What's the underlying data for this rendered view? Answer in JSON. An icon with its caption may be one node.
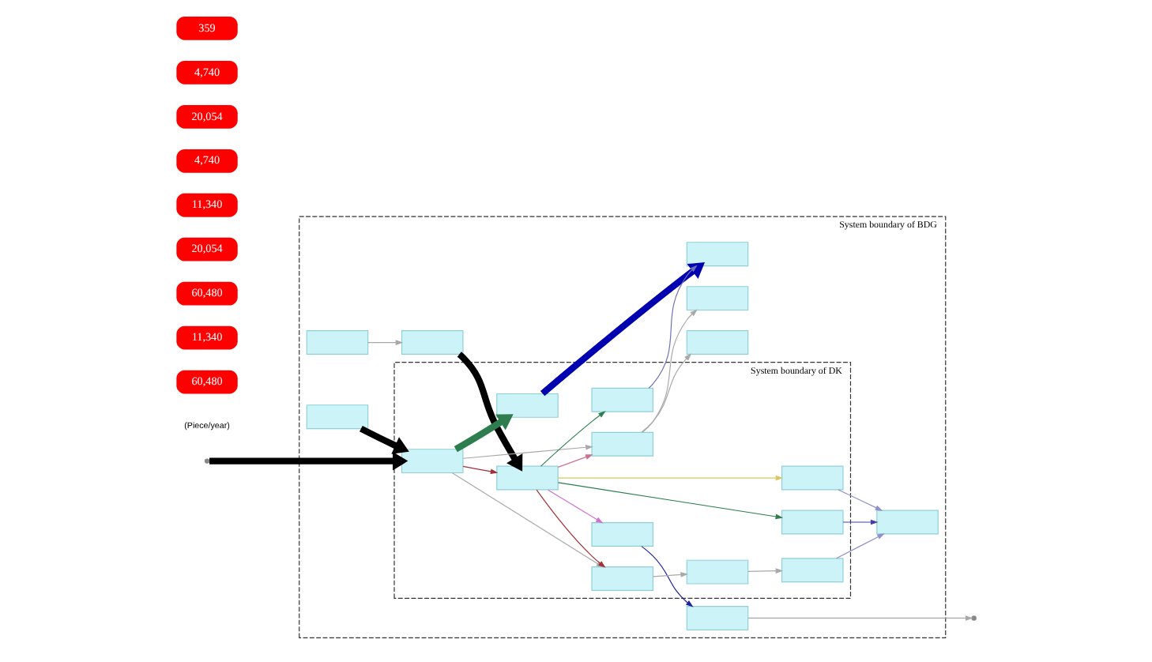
{
  "diagram": {
    "nodes": [
      {
        "text": [
          "System boundary of BDG"
        ]
      },
      {
        "text": [],
        "shape": "box",
        "in": 0
      },
      {
        "text": [],
        "shape": "box",
        "in": 0
      },
      {
        "text": [],
        "shape": "box",
        "in": 0
      },
      {
        "text": [
          "System boundary of DK"
        ],
        "in": 0
      },
      {
        "text": [],
        "shape": "box",
        "in": 4
      },
      {
        "text": [],
        "shape": "box",
        "in": 0
      },
      {
        "text": [],
        "shape": "box",
        "in": 4
      },
      {
        "text": [],
        "shape": "box",
        "in": 4
      },
      {
        "text": [],
        "shape": "box",
        "in": 4
      },
      {
        "text": [],
        "shape": "box",
        "in": 4
      },
      {
        "text": [],
        "shape": "box",
        "in": 0
      },
      {
        "text": [],
        "shape": "box",
        "in": 4
      },
      {
        "text": [],
        "shape": "box",
        "in": 4
      },
      {
        "text": [],
        "shape": "box",
        "in": 0
      },
      {
        "text": [],
        "shape": "box",
        "in": 4
      },
      {
        "text": [],
        "shape": "box",
        "in": 4
      },
      {
        "text": [],
        "shape": "box",
        "in": 4
      },
      {
        "text": [],
        "shape": "box",
        "in": 4
      },
      {
        "text": [],
        "shape": "box",
        "in": 0
      },
      {
        "text": [],
        "shape": "box",
        "in": 0
      }
    ],
    "edges": [
      {
        "from": null,
        "to": 7,
        "arrow": "to",
        "style": "thick",
        "color": "#000000"
      },
      {
        "from": 3,
        "to": 7,
        "arrow": "to",
        "style": "thick",
        "color": "#000000"
      },
      {
        "from": 1,
        "to": 2,
        "arrow": "to"
      },
      {
        "from": 2,
        "to": 8,
        "arrow": "to",
        "style": "thick",
        "color": "#000000"
      },
      {
        "from": 7,
        "to": 5,
        "arrow": "to",
        "style": "thick",
        "color": "#2e7d4f"
      },
      {
        "from": 5,
        "to": 6,
        "arrow": "to",
        "style": "thick",
        "color": "#0000b0"
      },
      {
        "from": 7,
        "to": 8,
        "arrow": "to",
        "color": "#a0303a"
      },
      {
        "from": 8,
        "to": 12,
        "arrow": "to",
        "color": "#a0303a"
      },
      {
        "from": 8,
        "to": 9,
        "arrow": "to",
        "color": "#2e7d4f"
      },
      {
        "from": 9,
        "to": 6,
        "arrow": "to",
        "color": "#7070b8"
      },
      {
        "from": 8,
        "to": 10,
        "arrow": "to",
        "color": "#d070d0"
      },
      {
        "from": 10,
        "to": 11,
        "arrow": "to",
        "color": "#2020a0"
      },
      {
        "from": 11,
        "to": null,
        "arrow": "to"
      },
      {
        "from": 8,
        "to": 13,
        "arrow": "to",
        "color": "#2e7d4f"
      },
      {
        "from": 13,
        "to": 14,
        "arrow": "to",
        "color": "#4040a8"
      },
      {
        "from": 15,
        "to": 14,
        "arrow": "to",
        "color": "#9090c8"
      },
      {
        "from": 7,
        "to": 12,
        "arrow": "to"
      },
      {
        "from": 12,
        "to": 16,
        "arrow": "to"
      },
      {
        "from": 16,
        "to": 17,
        "arrow": "to"
      },
      {
        "from": 17,
        "to": 14,
        "arrow": "to",
        "color": "#9090c8"
      },
      {
        "from": 8,
        "to": 15,
        "arrow": "to",
        "color": "#d8c860"
      },
      {
        "from": 8,
        "to": 18,
        "arrow": "to",
        "color": "#d07090"
      },
      {
        "from": 7,
        "to": 18,
        "arrow": "to"
      },
      {
        "from": 18,
        "to": 19,
        "arrow": "to"
      },
      {
        "from": 18,
        "to": 20,
        "arrow": "to"
      }
    ],
    "labels": [
      "(Piece/year)",
      "60,480",
      "11,340",
      "60,480",
      "20,054",
      "11,340",
      "4,740",
      "20,054",
      "4,740",
      "359"
    ]
  }
}
